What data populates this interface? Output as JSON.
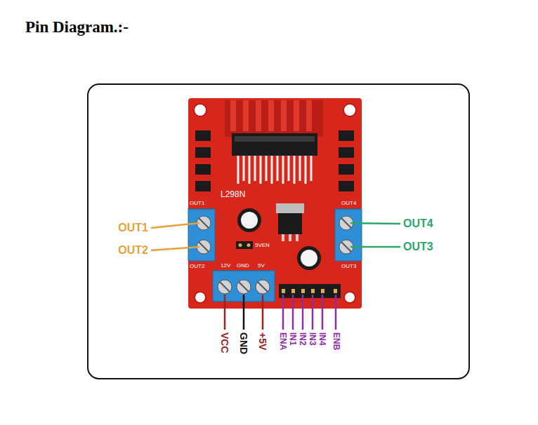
{
  "diagram": {
    "title": "Pin Diagram.:-",
    "labels": [
      "OUT1",
      "OUT2",
      "OUT4",
      "OUT3",
      "VCC",
      "GND",
      "+5V",
      "ENA",
      "IN1",
      "IN2",
      "IN3",
      "IN4",
      "ENB",
      "L298N",
      "OUT1",
      "OUT4",
      "5VEN",
      "OUT2",
      "12V",
      "GND",
      "5V",
      "OUT3"
    ]
  }
}
